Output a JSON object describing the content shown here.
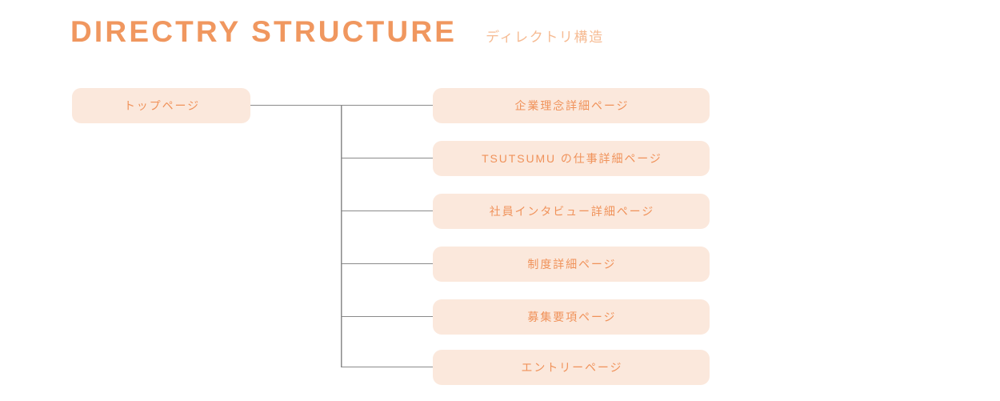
{
  "header": {
    "title": "DIRECTRY STRUCTURE",
    "subtitle": "ディレクトリ構造"
  },
  "colors": {
    "title": "#f0975f",
    "subtitle": "#f6bb93",
    "node_fill": "#fbe8dc",
    "node_text": "#f0925a",
    "connector_line": "#8a8a8a",
    "background": "#ffffff"
  },
  "diagram": {
    "type": "tree",
    "root": {
      "label": "トップページ"
    },
    "children": [
      {
        "label": "企業理念詳細ページ"
      },
      {
        "label": "TSUTSUMU の仕事詳細ページ"
      },
      {
        "label": "社員インタビュー詳細ページ"
      },
      {
        "label": "制度詳細ページ"
      },
      {
        "label": "募集要項ページ"
      },
      {
        "label": "エントリーページ"
      }
    ]
  }
}
